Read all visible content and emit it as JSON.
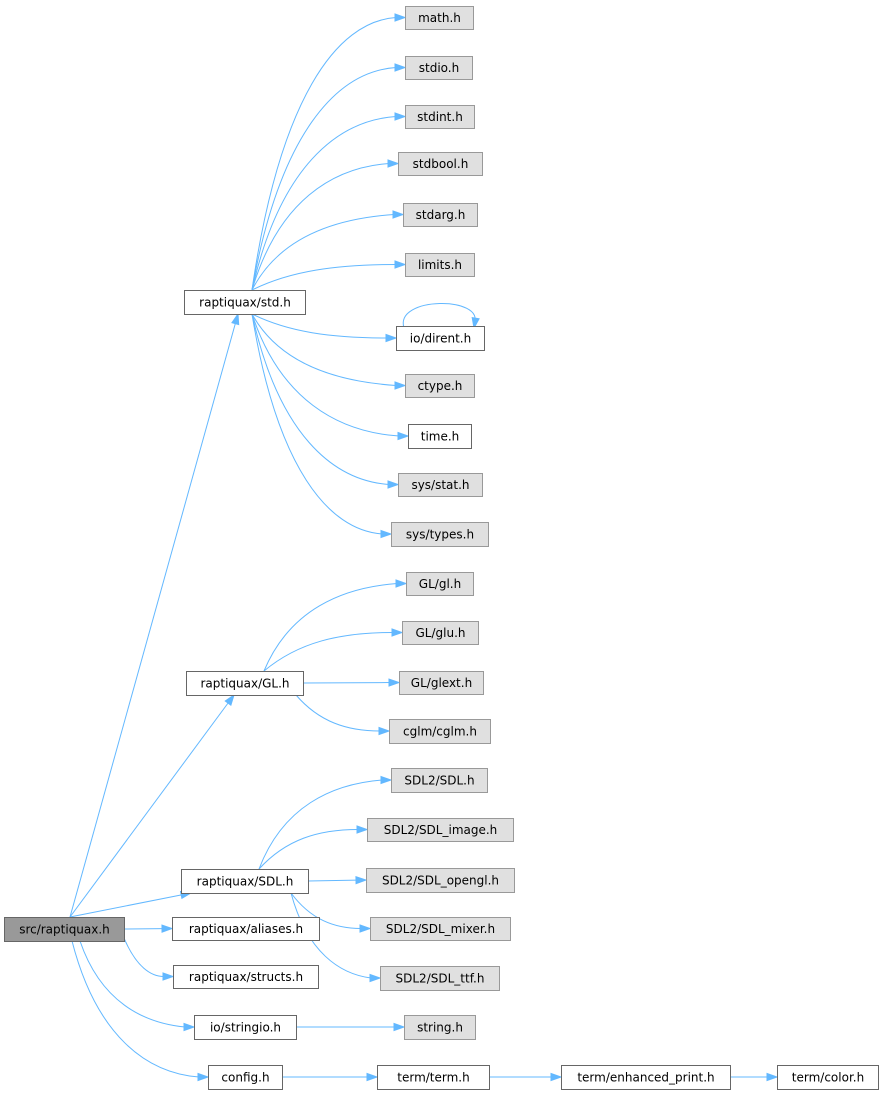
{
  "colors": {
    "edge": "#63b8ff",
    "root_fill": "#999999",
    "external_fill": "#e0e0e0",
    "external_border": "#999999",
    "local_fill": "#ffffff",
    "local_border": "#666666"
  },
  "nodes": [
    {
      "id": "n_root",
      "label": "src/raptiquax.h",
      "kind": "root"
    },
    {
      "id": "n_std",
      "label": "raptiquax/std.h",
      "kind": "local"
    },
    {
      "id": "n_math",
      "label": "math.h",
      "kind": "external"
    },
    {
      "id": "n_stdio",
      "label": "stdio.h",
      "kind": "external"
    },
    {
      "id": "n_stdint",
      "label": "stdint.h",
      "kind": "external"
    },
    {
      "id": "n_stdbool",
      "label": "stdbool.h",
      "kind": "external"
    },
    {
      "id": "n_stdarg",
      "label": "stdarg.h",
      "kind": "external"
    },
    {
      "id": "n_limits",
      "label": "limits.h",
      "kind": "external"
    },
    {
      "id": "n_dirent",
      "label": "io/dirent.h",
      "kind": "local"
    },
    {
      "id": "n_ctype",
      "label": "ctype.h",
      "kind": "external"
    },
    {
      "id": "n_time",
      "label": "time.h",
      "kind": "local"
    },
    {
      "id": "n_sysstat",
      "label": "sys/stat.h",
      "kind": "external"
    },
    {
      "id": "n_systypes",
      "label": "sys/types.h",
      "kind": "external"
    },
    {
      "id": "n_glmod",
      "label": "raptiquax/GL.h",
      "kind": "local"
    },
    {
      "id": "n_gl",
      "label": "GL/gl.h",
      "kind": "external"
    },
    {
      "id": "n_glu",
      "label": "GL/glu.h",
      "kind": "external"
    },
    {
      "id": "n_glext",
      "label": "GL/glext.h",
      "kind": "external"
    },
    {
      "id": "n_cglm",
      "label": "cglm/cglm.h",
      "kind": "external"
    },
    {
      "id": "n_sdlmod",
      "label": "raptiquax/SDL.h",
      "kind": "local"
    },
    {
      "id": "n_sdl",
      "label": "SDL2/SDL.h",
      "kind": "external"
    },
    {
      "id": "n_sdlimage",
      "label": "SDL2/SDL_image.h",
      "kind": "external"
    },
    {
      "id": "n_sdlopengl",
      "label": "SDL2/SDL_opengl.h",
      "kind": "external"
    },
    {
      "id": "n_sdlmixer",
      "label": "SDL2/SDL_mixer.h",
      "kind": "external"
    },
    {
      "id": "n_sdlttf",
      "label": "SDL2/SDL_ttf.h",
      "kind": "external"
    },
    {
      "id": "n_aliases",
      "label": "raptiquax/aliases.h",
      "kind": "local"
    },
    {
      "id": "n_structs",
      "label": "raptiquax/structs.h",
      "kind": "local"
    },
    {
      "id": "n_stringio",
      "label": "io/stringio.h",
      "kind": "local"
    },
    {
      "id": "n_string",
      "label": "string.h",
      "kind": "external"
    },
    {
      "id": "n_config",
      "label": "config.h",
      "kind": "local"
    },
    {
      "id": "n_term",
      "label": "term/term.h",
      "kind": "local"
    },
    {
      "id": "n_enhanced",
      "label": "term/enhanced_print.h",
      "kind": "local"
    },
    {
      "id": "n_color",
      "label": "term/color.h",
      "kind": "local"
    }
  ],
  "edges": [
    {
      "from": "n_root",
      "to": "n_std"
    },
    {
      "from": "n_root",
      "to": "n_glmod"
    },
    {
      "from": "n_root",
      "to": "n_sdlmod"
    },
    {
      "from": "n_root",
      "to": "n_aliases"
    },
    {
      "from": "n_root",
      "to": "n_structs"
    },
    {
      "from": "n_root",
      "to": "n_stringio"
    },
    {
      "from": "n_root",
      "to": "n_config"
    },
    {
      "from": "n_std",
      "to": "n_math"
    },
    {
      "from": "n_std",
      "to": "n_stdio"
    },
    {
      "from": "n_std",
      "to": "n_stdint"
    },
    {
      "from": "n_std",
      "to": "n_stdbool"
    },
    {
      "from": "n_std",
      "to": "n_stdarg"
    },
    {
      "from": "n_std",
      "to": "n_limits"
    },
    {
      "from": "n_std",
      "to": "n_dirent"
    },
    {
      "from": "n_std",
      "to": "n_ctype"
    },
    {
      "from": "n_std",
      "to": "n_time"
    },
    {
      "from": "n_std",
      "to": "n_sysstat"
    },
    {
      "from": "n_std",
      "to": "n_systypes"
    },
    {
      "from": "n_dirent",
      "to": "n_dirent"
    },
    {
      "from": "n_glmod",
      "to": "n_gl"
    },
    {
      "from": "n_glmod",
      "to": "n_glu"
    },
    {
      "from": "n_glmod",
      "to": "n_glext"
    },
    {
      "from": "n_glmod",
      "to": "n_cglm"
    },
    {
      "from": "n_sdlmod",
      "to": "n_sdl"
    },
    {
      "from": "n_sdlmod",
      "to": "n_sdlimage"
    },
    {
      "from": "n_sdlmod",
      "to": "n_sdlopengl"
    },
    {
      "from": "n_sdlmod",
      "to": "n_sdlmixer"
    },
    {
      "from": "n_sdlmod",
      "to": "n_sdlttf"
    },
    {
      "from": "n_stringio",
      "to": "n_string"
    },
    {
      "from": "n_config",
      "to": "n_term"
    },
    {
      "from": "n_term",
      "to": "n_enhanced"
    },
    {
      "from": "n_enhanced",
      "to": "n_color"
    }
  ]
}
